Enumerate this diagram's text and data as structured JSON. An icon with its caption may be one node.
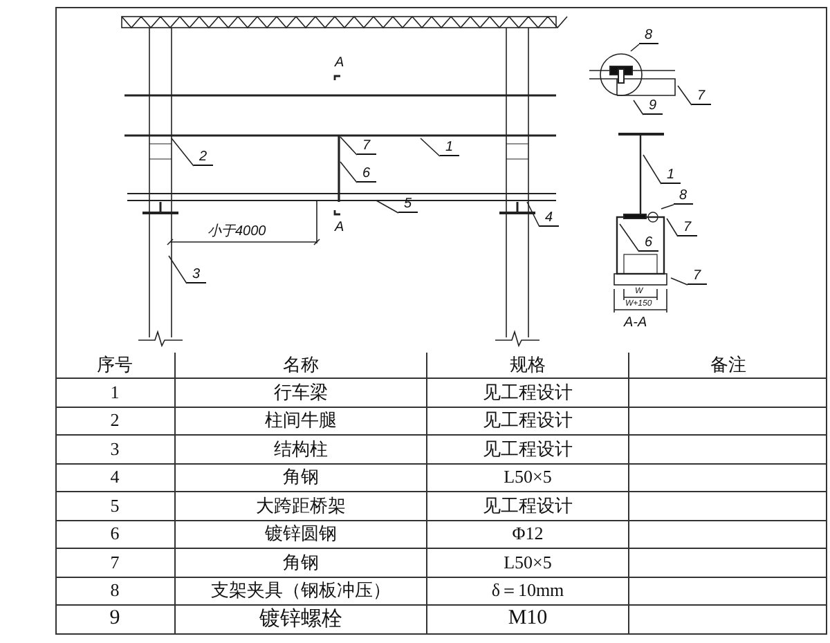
{
  "diagram": {
    "nodes": [
      {
        "text": [
          "1"
        ]
      },
      {
        "text": [
          "7"
        ]
      },
      {
        "text": [
          "2"
        ]
      },
      {
        "text": [
          "6"
        ]
      },
      {
        "text": [
          "5"
        ]
      },
      {
        "text": [
          "4"
        ]
      },
      {
        "text": [
          "3"
        ]
      },
      {
        "text": [
          "8"
        ]
      },
      {
        "text": [
          "9"
        ]
      },
      {
        "text": [
          "7"
        ]
      },
      {
        "text": [
          "1"
        ]
      },
      {
        "text": [
          "8"
        ]
      },
      {
        "text": [
          "7"
        ]
      },
      {
        "text": [
          "6"
        ]
      },
      {
        "text": [
          "7"
        ]
      }
    ],
    "edges": [
      {
        "from": 0,
        "to": null,
        "arrow": "none"
      },
      {
        "from": 1,
        "to": null,
        "arrow": "none"
      },
      {
        "from": 2,
        "to": null,
        "arrow": "none"
      },
      {
        "from": 3,
        "to": null,
        "arrow": "none"
      },
      {
        "from": 4,
        "to": null,
        "arrow": "none"
      },
      {
        "from": 5,
        "to": null,
        "arrow": "none"
      },
      {
        "from": 6,
        "to": null,
        "arrow": "none"
      },
      {
        "from": 7,
        "to": null,
        "arrow": "none"
      },
      {
        "from": 8,
        "to": null,
        "arrow": "none"
      },
      {
        "from": 9,
        "to": null,
        "arrow": "none"
      },
      {
        "from": 10,
        "to": null,
        "arrow": "none"
      },
      {
        "from": 11,
        "to": null,
        "arrow": "none"
      },
      {
        "from": 12,
        "to": null,
        "arrow": "none"
      },
      {
        "from": 13,
        "to": null,
        "arrow": "none"
      },
      {
        "from": 14,
        "to": null,
        "arrow": "none"
      }
    ],
    "labels": [
      "A",
      "A",
      "小于4000",
      "W",
      "W+150",
      "A-A",
      "序号",
      "名称",
      "规格",
      "备注",
      "1",
      "行车梁",
      "见工程设计",
      "2",
      "柱间牛腿",
      "见工程设计",
      "3",
      "结构柱",
      "见工程设计",
      "4",
      "角钢",
      "L50×5",
      "5",
      "大跨距桥架",
      "见工程设计",
      "6",
      "镀锌圆钢",
      "Φ12",
      "7",
      "角钢",
      "L50×5",
      "8",
      "支架夹具（钢板冲压）",
      "δ＝10mm",
      "9",
      "镀锌螺栓",
      "M10"
    ]
  }
}
